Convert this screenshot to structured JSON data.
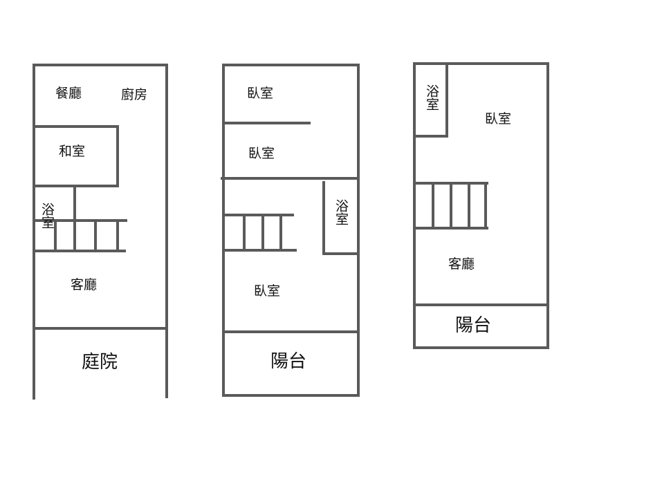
{
  "floors": [
    {
      "rooms": {
        "dining": "餐廳",
        "kitchen": "廚房",
        "tatami": "和室",
        "bath": "浴室",
        "living": "客廳",
        "courtyard": "庭院"
      }
    },
    {
      "rooms": {
        "bedroom_a": "臥室",
        "bedroom_b": "臥室",
        "bath": "浴室",
        "bedroom_c": "臥室",
        "balcony": "陽台"
      }
    },
    {
      "rooms": {
        "bath": "浴室",
        "bedroom": "臥室",
        "living": "客廳",
        "balcony": "陽台"
      }
    }
  ],
  "colors": {
    "wall": "#5a5a5a",
    "text": "#111111",
    "background": "#ffffff"
  }
}
